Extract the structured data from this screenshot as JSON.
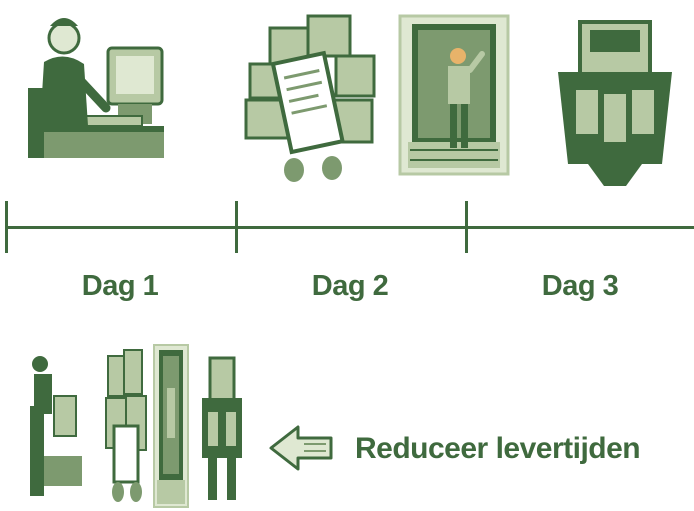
{
  "colors": {
    "primary_green": "#3f6a3e",
    "mid_green": "#7d9a6f",
    "light_green": "#b7c9a4",
    "pale_green": "#dfe8d2",
    "accent_orange": "#e8b36a"
  },
  "timeline": {
    "days": [
      {
        "label": "Dag 1",
        "illustration_icon": "person-at-computer-icon"
      },
      {
        "label": "Dag 2",
        "illustration_icon": "boxes-and-document-icon"
      },
      {
        "label": "Dag 2",
        "illustration_icon": "worker-in-warehouse-door-icon"
      },
      {
        "label": "Dag 3",
        "illustration_icon": "delivery-truck-front-icon"
      }
    ]
  },
  "labels": {
    "day1": "Dag 1",
    "day2": "Dag 2",
    "day3": "Dag 3"
  },
  "reduced": {
    "label": "Reduceer levertijden",
    "arrow_icon": "left-arrow-icon"
  }
}
